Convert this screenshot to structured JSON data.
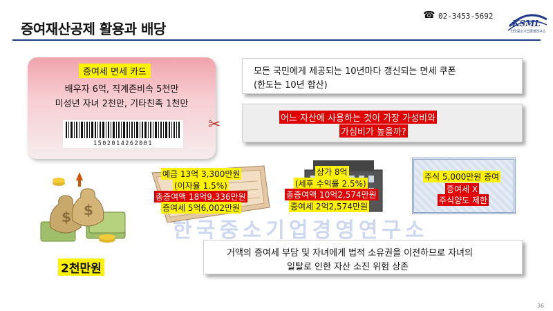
{
  "header": {
    "title": "증여재산공제 활용과 배당",
    "phone": "02-3453-5692",
    "logo_text": "KSML",
    "logo_subtitle": "한국중소기업경영연구소"
  },
  "card": {
    "title": "증여세 면세 카드",
    "line1": "배우자 6억, 직계존비속 5천만",
    "line2": "미성년 자녀 2천만, 기타친족 1천만",
    "barcode": "1502014262001"
  },
  "coupon_box": {
    "line1": "모든 국민에게 제공되는 10년마다 갱신되는 면세 쿠폰",
    "line2": "(한도는 10년 합산)"
  },
  "question_box": {
    "line1": "어느 자산에 사용하는 것이 가장  가성비와",
    "line2": "가심비가 높을까?"
  },
  "money": {
    "amount": "2천만원"
  },
  "deposit": {
    "l1": "예금 13억 3,300만원",
    "l2": "(이자율 1.5%)",
    "l3": "총증여액 18억9,336만원",
    "l4": "증여세 5억6,002만원"
  },
  "shop": {
    "l1": "상가 8억",
    "l2": "(세후 수익률 2.5%)",
    "l3": "총증여액 10억2,574만원",
    "l4": "증여세  2억2,574만원"
  },
  "stock": {
    "l1": "주식 5,000만원 증여",
    "l2": "증여세 X",
    "l3": "주식양도 제한"
  },
  "bottom_box": {
    "line1": "거액의 증여세 부담 및 자녀에게 법적 소유권을 이전하므로 자녀의",
    "line2": "일탈로  인한 자산 소진 위험 상존"
  },
  "watermark": "한국중소기업경영연구소",
  "page_number": "36",
  "colors": {
    "title_rule": "#1f3a8c",
    "highlight_yellow": "#fff200",
    "highlight_red": "#e00000",
    "card_pink": "#f0a4ac"
  }
}
